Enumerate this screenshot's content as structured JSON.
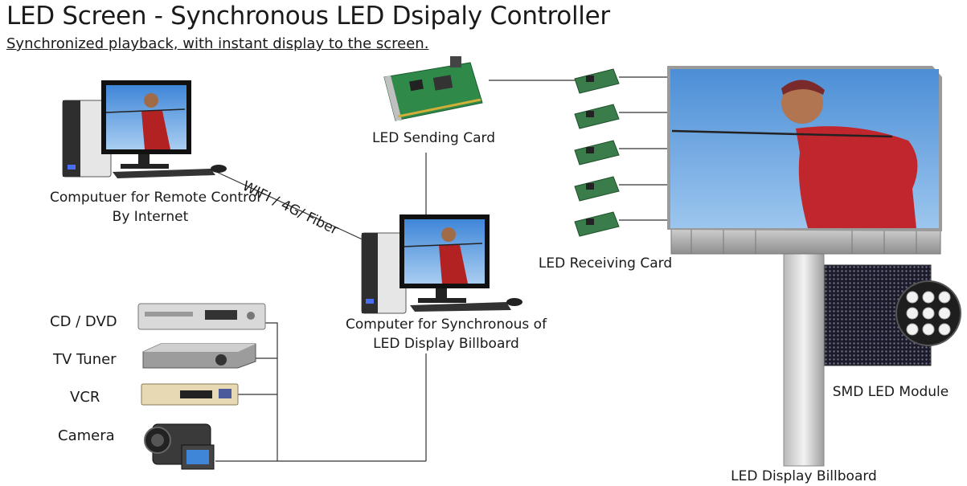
{
  "header": {
    "title": "LED Screen - Synchronous LED Dsipaly Controller",
    "subtitle": "Synchronized playback, with instant display to the screen."
  },
  "nodes": {
    "remote_computer": {
      "line1": "Computuer for Remote Control",
      "line2": "By Internet"
    },
    "sync_computer": {
      "line1": "Computer for Synchronous of",
      "line2": "LED Display Billboard"
    },
    "sending_card": {
      "label": "LED Sending Card"
    },
    "receiving_card": {
      "label": "LED Receiving Card"
    },
    "smd_module": {
      "label": "SMD LED Module"
    },
    "billboard": {
      "label": "LED Display Billboard"
    }
  },
  "connection": {
    "label": "WIFI / 4G/ Fiber"
  },
  "sources": [
    {
      "label": "CD / DVD"
    },
    {
      "label": "TV Tuner"
    },
    {
      "label": "VCR"
    },
    {
      "label": "Camera"
    }
  ]
}
